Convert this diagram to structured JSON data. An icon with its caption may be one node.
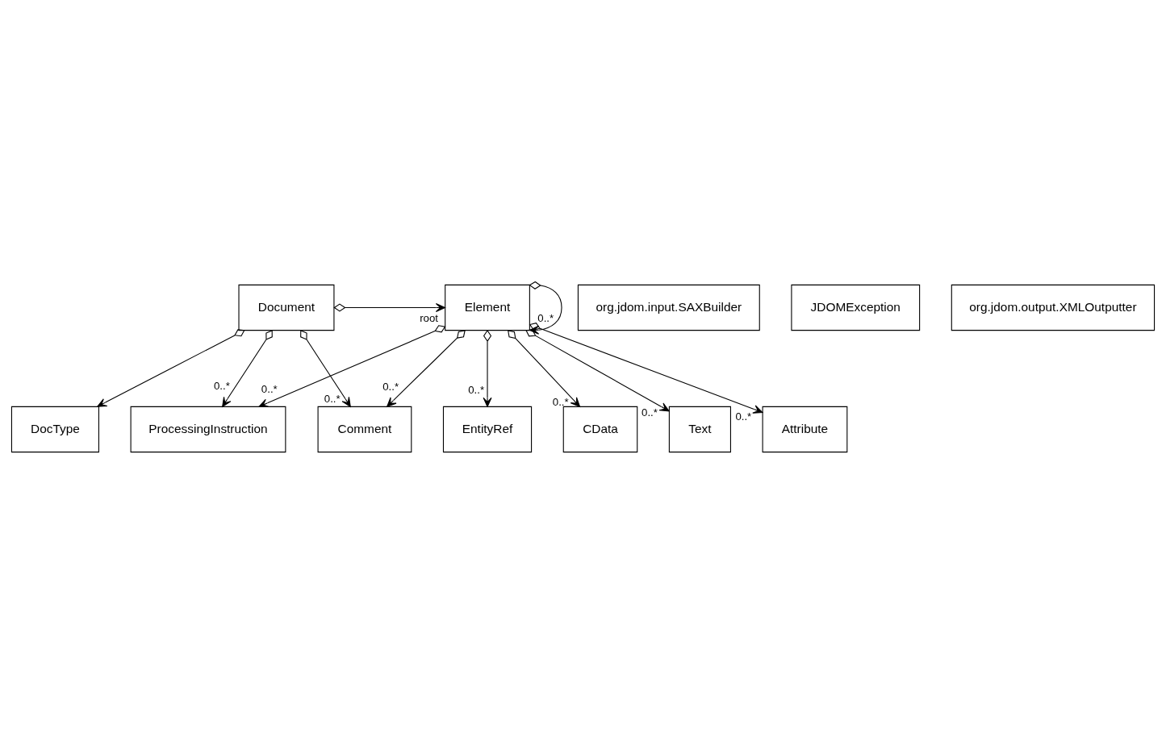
{
  "diagram": {
    "nodes": [
      {
        "text": [
          "Document"
        ]
      },
      {
        "text": [
          "Element"
        ]
      },
      {
        "text": [
          "Comment"
        ]
      },
      {
        "text": [
          "Attribute"
        ]
      },
      {
        "text": [
          "ProcessingInstruction"
        ]
      },
      {
        "text": [
          "EntityRef"
        ]
      },
      {
        "text": [
          "DocType"
        ]
      },
      {
        "text": [
          "org.jdom.input.SAXBuilder"
        ]
      },
      {
        "text": [
          "CData"
        ]
      },
      {
        "text": [
          "JDOMException"
        ]
      },
      {
        "text": [
          "org.jdom.output.XMLOutputter"
        ]
      },
      {
        "text": [
          "Text"
        ]
      }
    ],
    "edges": [
      {
        "from": 0,
        "to": 1,
        "arrow": "to",
        "label": "root"
      },
      {
        "from": 1,
        "to": 1,
        "arrow": "to",
        "label": "0..*"
      },
      {
        "from": 0,
        "to": 6,
        "arrow": "to"
      },
      {
        "from": 0,
        "to": 2,
        "arrow": "to",
        "label": "0..*"
      },
      {
        "from": 0,
        "to": 4,
        "arrow": "to",
        "label": "0..*"
      },
      {
        "from": 1,
        "to": 2,
        "arrow": "to",
        "label": "0..*"
      },
      {
        "from": 1,
        "to": 3,
        "arrow": "to",
        "label": "0..*"
      },
      {
        "from": 1,
        "to": 4,
        "arrow": "to",
        "label": "0..*"
      },
      {
        "from": 1,
        "to": 5,
        "arrow": "to",
        "label": "0..*"
      },
      {
        "from": 1,
        "to": 8,
        "arrow": "to",
        "label": "0..*"
      },
      {
        "from": 1,
        "to": 11,
        "arrow": "to",
        "label": "0..*"
      }
    ]
  }
}
